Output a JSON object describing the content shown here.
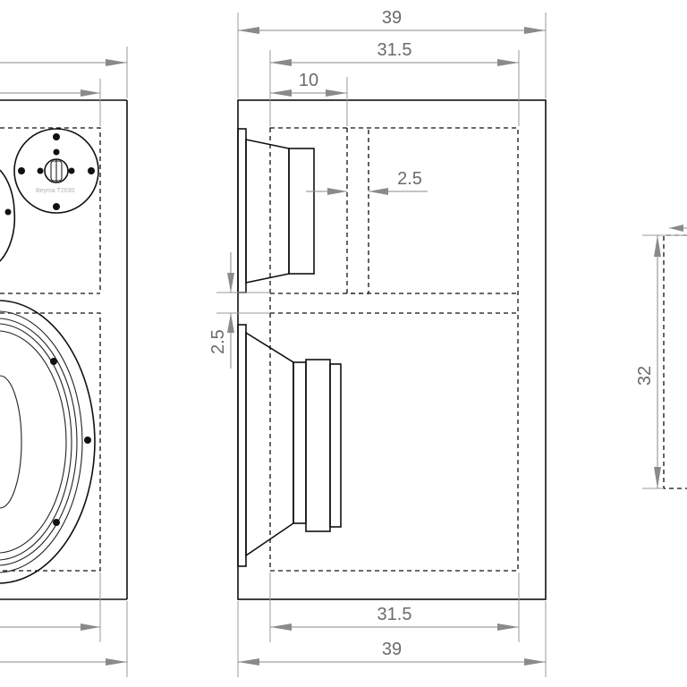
{
  "side_view": {
    "dim_total_top": "39",
    "dim_inner_top": "31.5",
    "dim_tweeter_depth": "10",
    "dim_gap": "2.5",
    "dim_baffle_gap": "2.5",
    "dim_inner_bottom": "31.5",
    "dim_total_bottom": "39"
  },
  "front_view": {
    "tweeter_label": "Beyma T2030"
  },
  "right_view": {
    "dim_height": "32"
  },
  "colors": {
    "line": "#111111",
    "dimension": "#8a8a8a",
    "dimension_text": "#6b6b6b"
  }
}
